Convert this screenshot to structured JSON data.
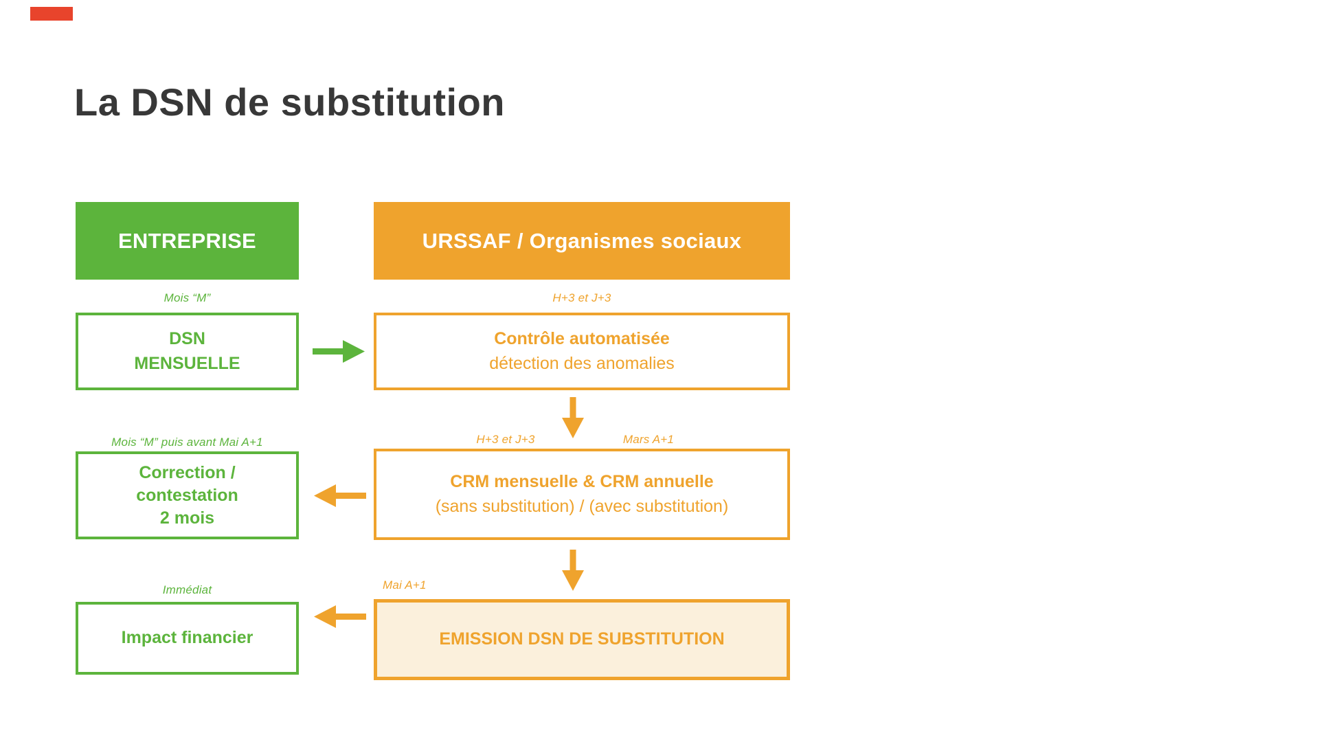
{
  "title": "La DSN de substitution",
  "colors": {
    "green": "#5cb43c",
    "orange": "#efa32d",
    "emission_fill": "#fbf0dc",
    "title_text": "#383838",
    "red_accent": "#e8442c"
  },
  "headers": {
    "entreprise": "ENTREPRISE",
    "urssaf": "URSSAF / Organismes sociaux"
  },
  "entreprise_column": {
    "dsn": {
      "timing_label": "Mois “M”",
      "line1": "DSN",
      "line2": "MENSUELLE"
    },
    "correction": {
      "timing_label": "Mois “M” puis avant Mai A+1",
      "line1": "Correction /",
      "line2": "contestation",
      "line3": "2 mois"
    },
    "impact": {
      "timing_label": "Immédiat",
      "text": "Impact financier"
    }
  },
  "urssaf_column": {
    "controle": {
      "timing_label": "H+3  et J+3",
      "title": "Contrôle automatisée",
      "subtitle": "détection des anomalies"
    },
    "crm": {
      "timing_label_left": "H+3  et J+3",
      "timing_label_right": "Mars A+1",
      "title": "CRM mensuelle & CRM annuelle",
      "subtitle": "(sans substitution) / (avec substitution)"
    },
    "emission": {
      "timing_label": "Mai A+1",
      "text": "EMISSION DSN DE SUBSTITUTION"
    }
  }
}
